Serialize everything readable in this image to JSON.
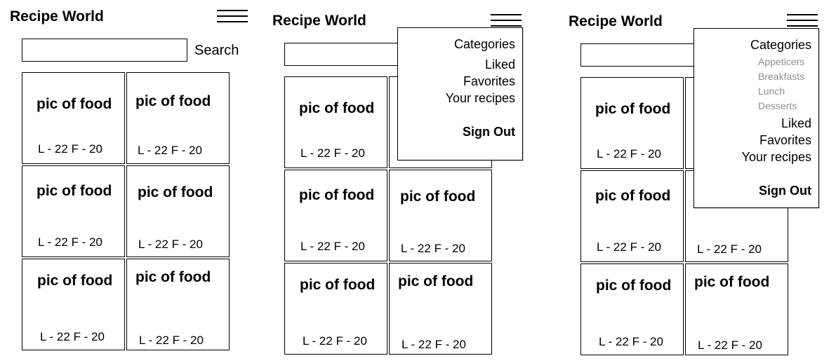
{
  "app_title": "Recipe World",
  "search": {
    "button_label": "Search",
    "value": "",
    "placeholder": ""
  },
  "card": {
    "pic_label": "pic of food",
    "stats": "L - 22 F - 20"
  },
  "menu": {
    "categories": "Categories",
    "subcategories": [
      "Appeticers",
      "Breakfasts",
      "Lunch",
      "Desserts"
    ],
    "liked": "Liked",
    "favorites": "Favorites",
    "your_recipes": "Your recipes",
    "sign_out": "Sign Out"
  },
  "icons": {
    "menu": "hamburger-menu-icon"
  },
  "colors": {
    "subcategory_text": "#8f8f8f",
    "border": "#000000"
  }
}
